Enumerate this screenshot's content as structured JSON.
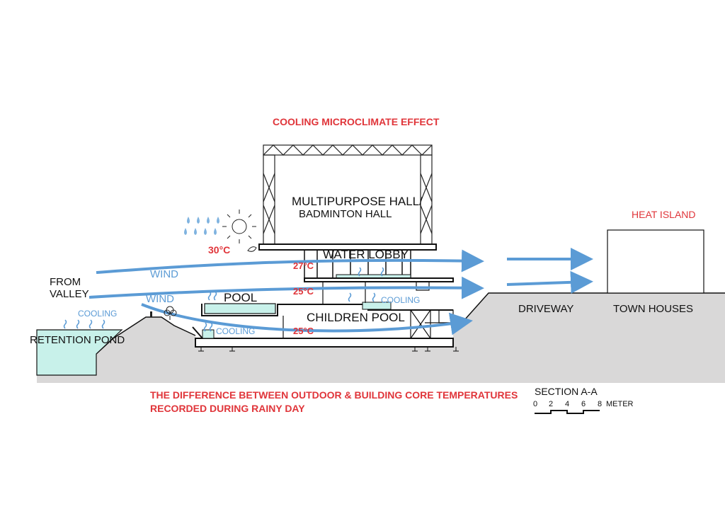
{
  "title": "COOLING MICROCLIMATE EFFECT",
  "rooms": {
    "hall_line1": "MULTIPURPOSE HALL/",
    "hall_line2": "BADMINTON HALL",
    "water_lobby": "WATER LOBBY",
    "pool": "POOL",
    "children_pool": "CHILDREN POOL"
  },
  "temperatures": {
    "outdoor": "30°C",
    "lobby": "27°C",
    "pool_level": "25°C",
    "ground": "25°C"
  },
  "wind": {
    "upper": "WIND",
    "lower": "WIND",
    "source_line1": "FROM",
    "source_line2": "VALLEY"
  },
  "cooling": {
    "pond": "COOLING",
    "lower_pool": "COOLING",
    "children_pool": "COOLING"
  },
  "site": {
    "retention_pond": "RETENTION POND",
    "driveway": "DRIVEWAY",
    "town_houses": "TOWN HOUSES",
    "heat_island": "HEAT ISLAND"
  },
  "caption": {
    "line1": "THE DIFFERENCE BETWEEN OUTDOOR & BUILDING CORE TEMPERATURES",
    "line2": "RECORDED DURING RAINY DAY"
  },
  "section": {
    "title": "SECTION A-A",
    "scale_ticks": [
      "0",
      "2",
      "4",
      "6",
      "8"
    ],
    "scale_unit": "METER"
  },
  "colors": {
    "wind_arrow": "#5b9bd5",
    "water": "#c8f1ea",
    "ground": "#d9d8d8",
    "accent_red": "#e0353a"
  }
}
